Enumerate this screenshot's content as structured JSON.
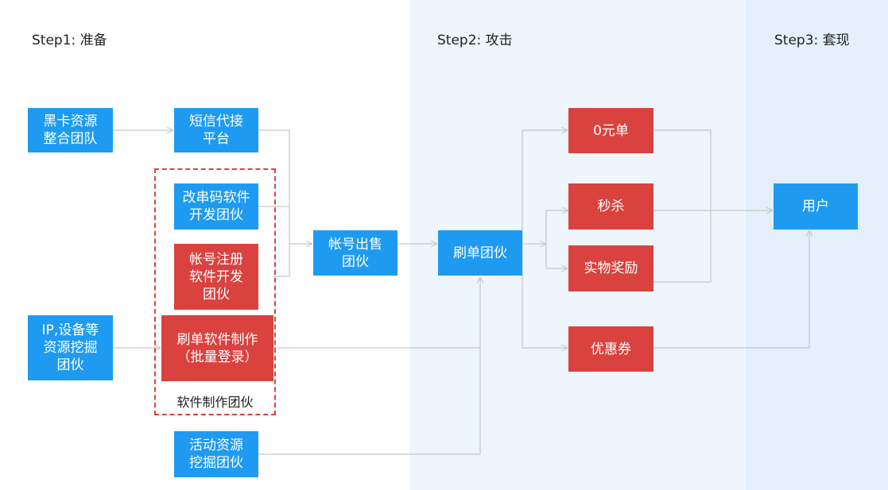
{
  "steps": {
    "step1": "Step1: 准备",
    "step2": "Step2: 攻击",
    "step3": "Step3: 套现"
  },
  "nodes": {
    "black_card": "黑卡资源\n整合团队",
    "sms_platform": "短信代接\n平台",
    "serial_software": "改串码软件\n开发团伙",
    "account_reg_software": "帐号注册\n软件开发\n团伙",
    "ip_device": "IP,设备等\n资源挖掘\n团伙",
    "brush_software": "刷单软件制作\n（批量登录）",
    "activity_mining": "活动资源\n挖掘团伙",
    "account_sale": "帐号出售\n团伙",
    "brush_gang": "刷单团伙",
    "zero_order": "0元单",
    "flash_sale": "秒杀",
    "physical_reward": "实物奖励",
    "coupon": "优惠券",
    "user": "用户"
  },
  "group_label": "软件制作团伙",
  "colors": {
    "blue": "#1e9bf0",
    "red": "#d9423f",
    "line": "#c8c8c8"
  }
}
